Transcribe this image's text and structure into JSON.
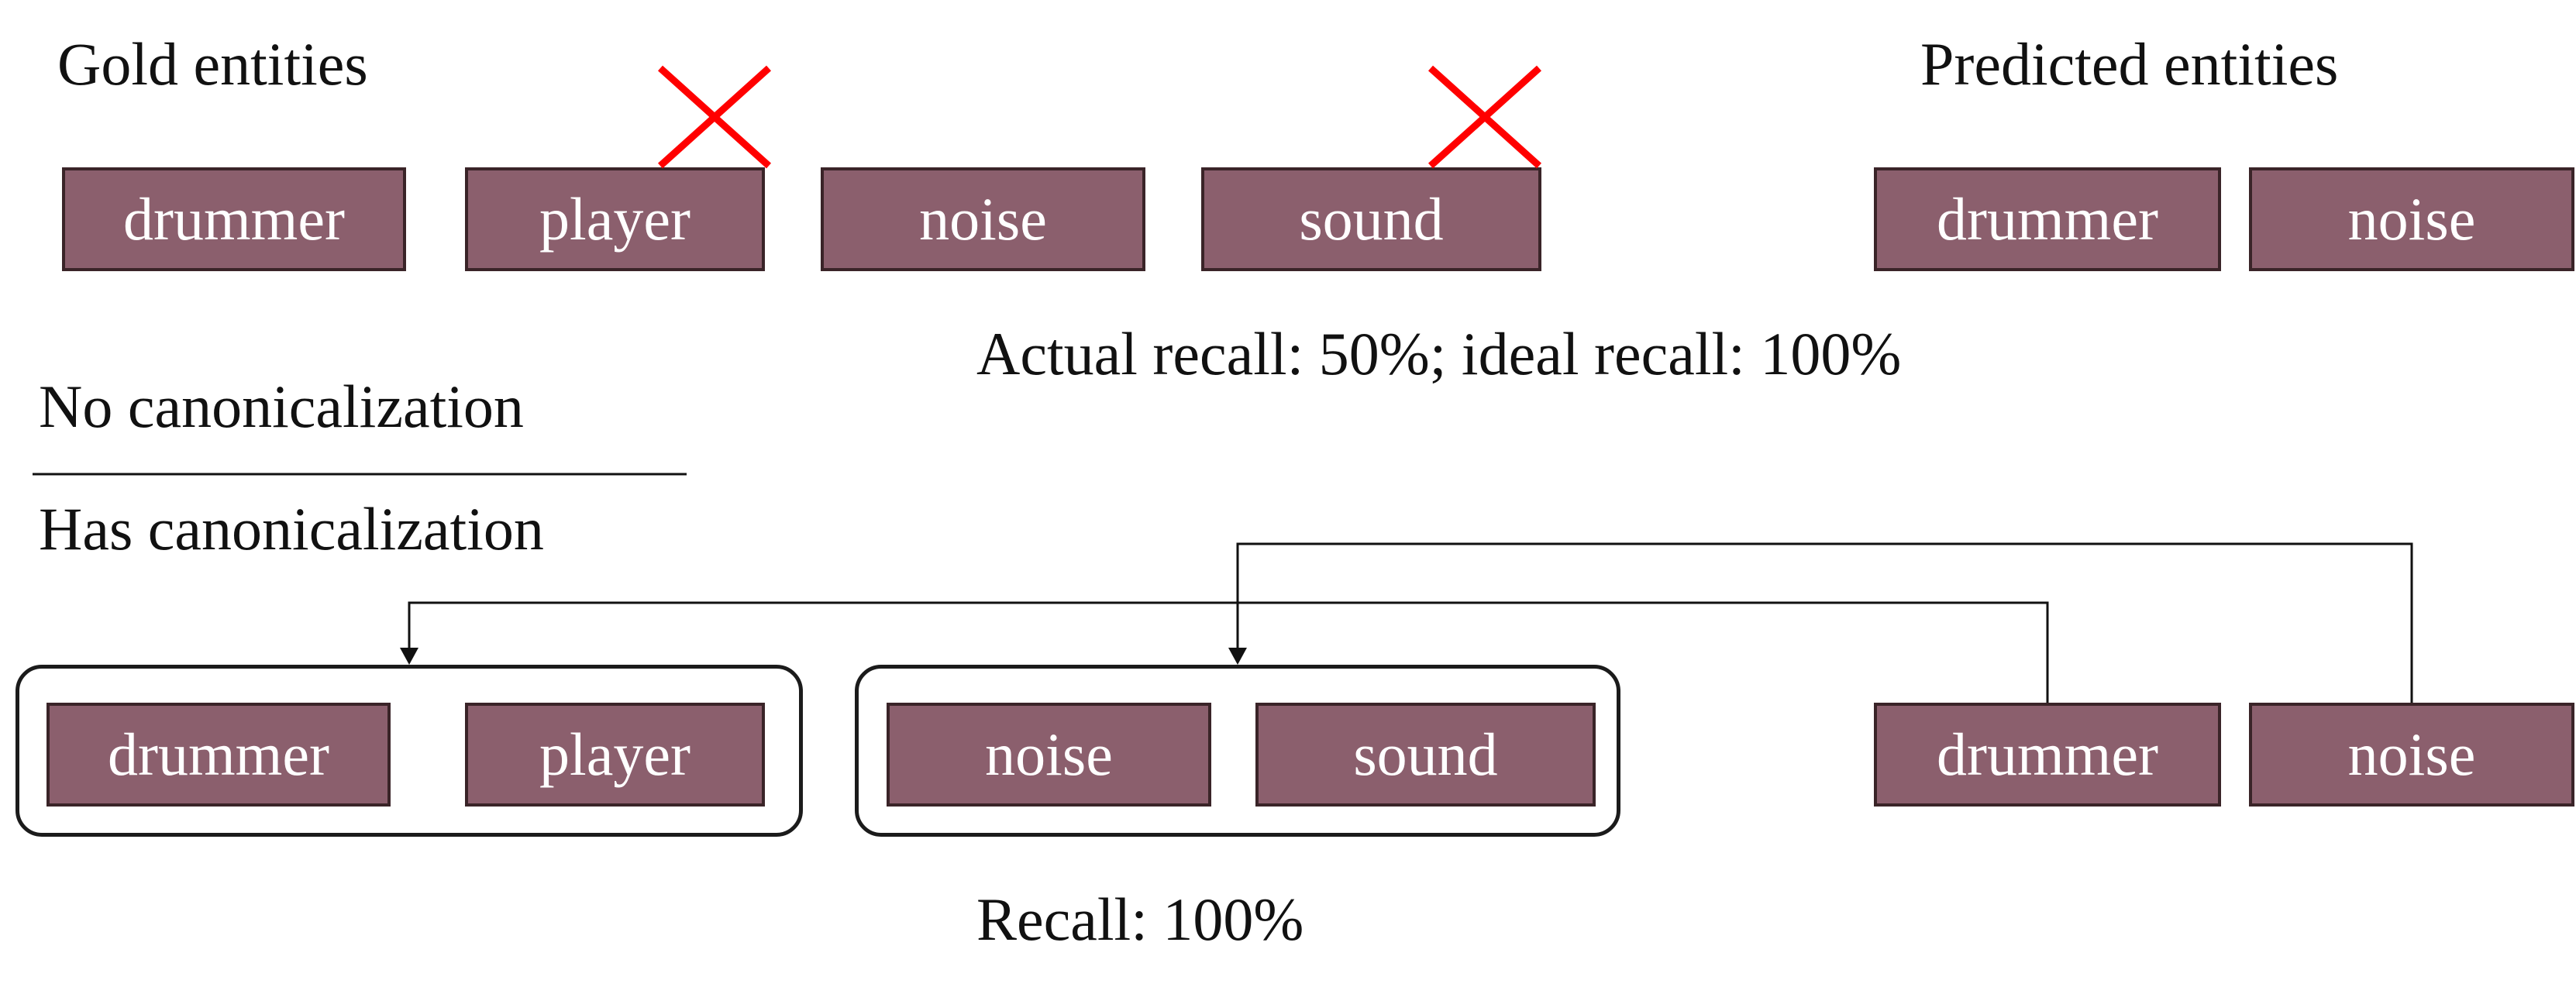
{
  "top": {
    "gold_title": "Gold entities",
    "predicted_title": "Predicted entities",
    "gold_entities": [
      "drummer",
      "player",
      "noise",
      "sound"
    ],
    "predicted_entities": [
      "drummer",
      "noise"
    ],
    "recall_text": "Actual recall: 50%; ideal recall: 100%"
  },
  "divider": {
    "above_label": "No canonicalization",
    "below_label": "Has canonicalization"
  },
  "bottom": {
    "group1": [
      "drummer",
      "player"
    ],
    "group2": [
      "noise",
      "sound"
    ],
    "predicted_entities": [
      "drummer",
      "noise"
    ],
    "recall_text": "Recall: 100%"
  },
  "colors": {
    "entity_fill": "#8b5f6d",
    "entity_border": "#3a2428",
    "cross": "#ff0000",
    "lines": "#111111"
  },
  "icons": [
    "cross-mark-icon",
    "arrow-icon"
  ]
}
